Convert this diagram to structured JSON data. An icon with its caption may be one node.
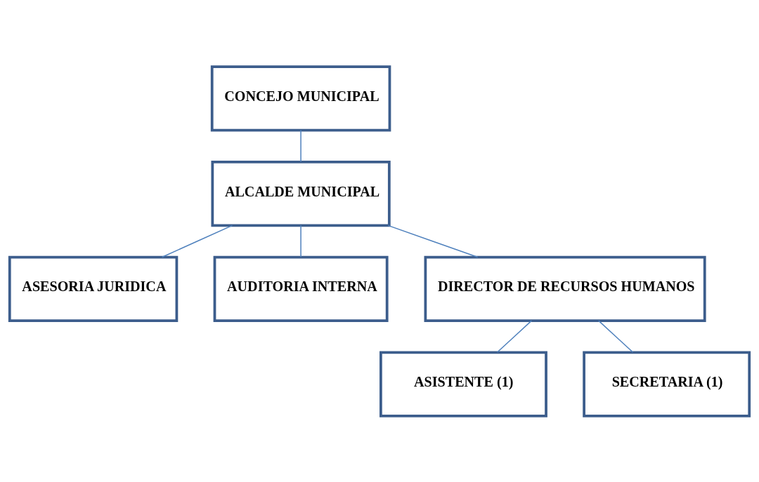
{
  "diagram": {
    "nodes": [
      {
        "text": [
          "CONCEJO MUNICIPAL"
        ]
      },
      {
        "text": [
          "ALCALDE MUNICIPAL"
        ]
      },
      {
        "text": [
          "ASESORIA JURIDICA"
        ]
      },
      {
        "text": [
          "AUDITORIA INTERNA"
        ]
      },
      {
        "text": [
          "DIRECTOR DE RECURSOS HUMANOS"
        ]
      },
      {
        "text": [
          "ASISTENTE (1)"
        ]
      },
      {
        "text": [
          "SECRETARIA (1)"
        ]
      }
    ],
    "edges": [
      {
        "from": 0,
        "to": 1,
        "arrow": "none"
      },
      {
        "from": 1,
        "to": 2,
        "arrow": "none"
      },
      {
        "from": 1,
        "to": 3,
        "arrow": "none"
      },
      {
        "from": 1,
        "to": 4,
        "arrow": "none"
      },
      {
        "from": 4,
        "to": 5,
        "arrow": "none"
      },
      {
        "from": 4,
        "to": 6,
        "arrow": "none"
      }
    ]
  }
}
